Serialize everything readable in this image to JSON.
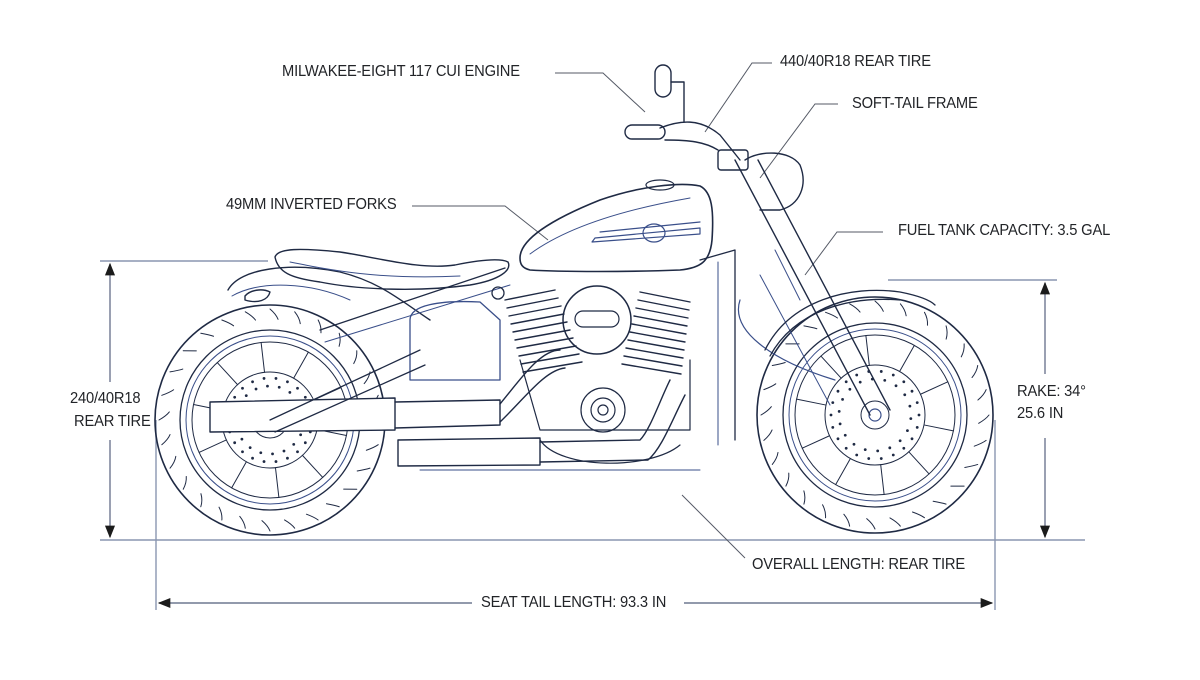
{
  "diagram": {
    "subject": "Motorcycle side-view technical line drawing",
    "colors": {
      "line_dark": "#1f2a44",
      "line_blue": "#3a4f8a",
      "dimension_line": "#8a96b0",
      "leader_line": "#555a66",
      "label_text": "#222428",
      "background": "#ffffff"
    },
    "callouts": [
      {
        "id": "engine",
        "text": "MILWAKEE-EIGHT 117 CUI ENGINE"
      },
      {
        "id": "rear-tire-top",
        "text": "440/40R18 REAR TIRE"
      },
      {
        "id": "frame",
        "text": "SOFT-TAIL FRAME"
      },
      {
        "id": "forks",
        "text": "49MM INVERTED FORKS"
      },
      {
        "id": "fuel-tank",
        "text": "FUEL TANK CAPACITY: 3.5 GAL"
      },
      {
        "id": "overall-length",
        "text": "OVERALL LENGTH: REAR TIRE"
      }
    ],
    "dimensions": {
      "left_height": {
        "line1": "240/40R18",
        "line2": "REAR TIRE"
      },
      "right_height": {
        "line1": "RAKE: 34°",
        "line2": "25.6 IN"
      },
      "bottom_length": {
        "text": "SEAT TAIL LENGTH: 93.3 IN"
      }
    }
  }
}
